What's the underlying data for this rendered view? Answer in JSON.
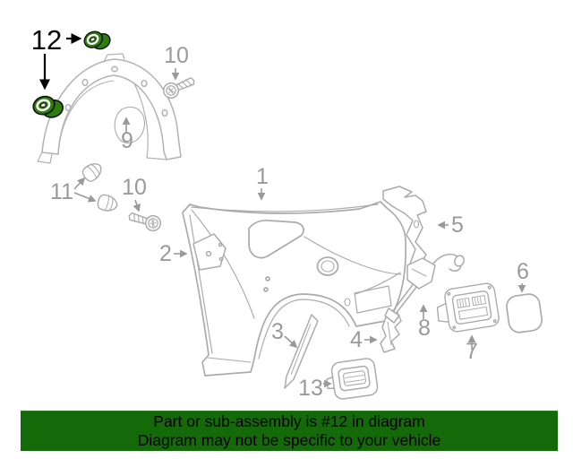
{
  "diagram": {
    "line_color": "#ababab",
    "label_color": "#9a9a9a",
    "highlight_color": "#2e7d0e",
    "highlight_label_color": "#000000",
    "labels": {
      "p1": "1",
      "p2": "2",
      "p3": "3",
      "p4": "4",
      "p5": "5",
      "p6": "6",
      "p7": "7",
      "p8": "8",
      "p9": "9",
      "p10a": "10",
      "p10b": "10",
      "p11": "11",
      "p12": "12",
      "p13": "13"
    }
  },
  "banner": {
    "line1": "Part or sub-assembly is #12 in diagram",
    "line2": "Diagram may not be specific to your vehicle",
    "background_color": "#146908",
    "text_color": "#000000"
  }
}
